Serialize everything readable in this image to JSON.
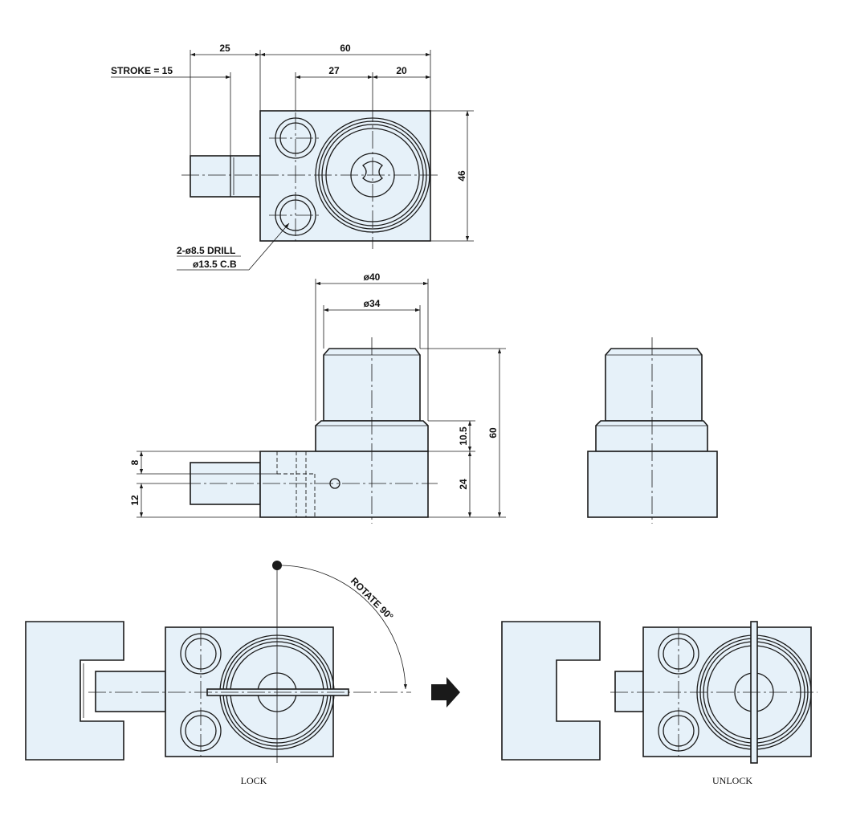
{
  "dimensions": {
    "top_25": "25",
    "top_60": "60",
    "top_27": "27",
    "top_20": "20",
    "stroke": "STROKE = 15",
    "height_46": "46",
    "drill_line1": "2-ø8.5 DRILL",
    "drill_line2": "ø13.5 C.B",
    "dia_40": "ø40",
    "dia_34": "ø34",
    "h_10_5": "10.5",
    "h_60": "60",
    "h_24": "24",
    "h_8": "8",
    "h_12": "12"
  },
  "annotations": {
    "rotate": "ROTATE 90°",
    "lock": "LOCK",
    "unlock": "UNLOCK"
  },
  "colors": {
    "part_fill": "#e6f1f9",
    "line": "#1a1a1a"
  }
}
